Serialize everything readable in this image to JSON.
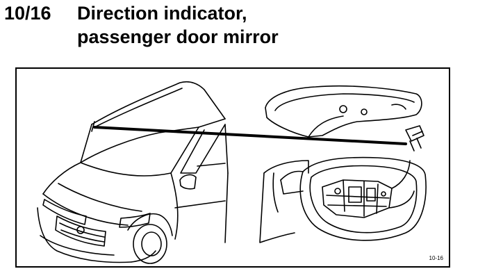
{
  "heading": {
    "number": "10/16",
    "title_line1": "Direction indicator,",
    "title_line2": "passenger door mirror"
  },
  "figure": {
    "reference": "10-16",
    "line_color": "#000000"
  }
}
